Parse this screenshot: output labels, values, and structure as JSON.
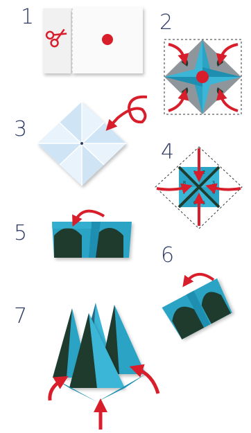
{
  "steps": [
    {
      "number": "1"
    },
    {
      "number": "2"
    },
    {
      "number": "3"
    },
    {
      "number": "4"
    },
    {
      "number": "5"
    },
    {
      "number": "6"
    },
    {
      "number": "7"
    }
  ],
  "step4_labels": [
    "1",
    "2",
    "3",
    "4",
    "5",
    "6",
    "7",
    "8"
  ],
  "colors": {
    "step_number": "#2f3a66",
    "arrow_red": "#d81e2b",
    "paper_light": "#cfe5f5",
    "paper_teal": "#2aa3c4",
    "paper_dark": "#1f3b2e",
    "paper_gray": "#8e969b"
  },
  "icons": [
    "scissors-icon",
    "red-dot-marker",
    "curved-arrow-icon"
  ]
}
